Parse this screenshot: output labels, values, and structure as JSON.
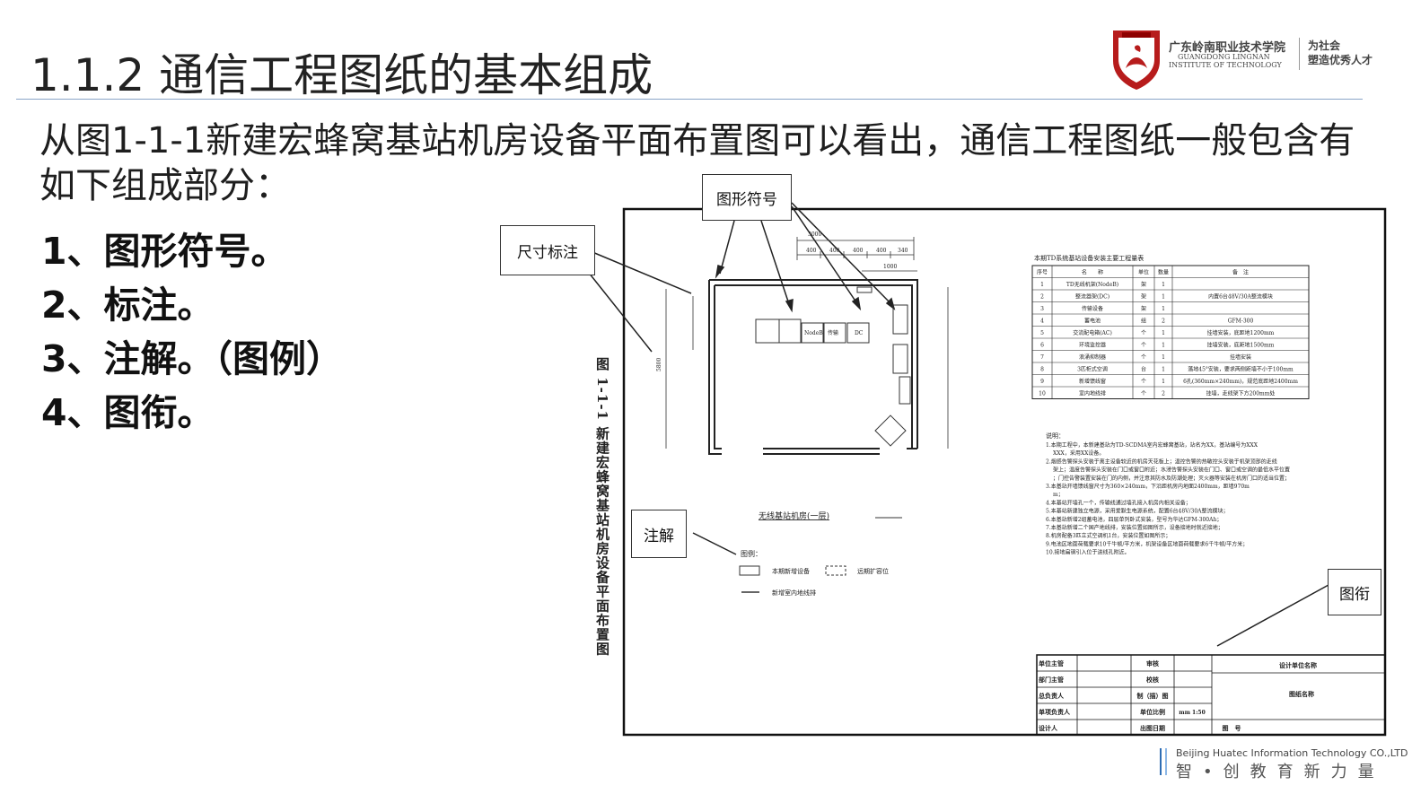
{
  "slide": {
    "title": "1.1.2 通信工程图纸的基本组成",
    "intro": "从图1-1-1新建宏蜂窝基站机房设备平面布置图可以看出，通信工程图纸一般包含有如下组成部分：",
    "items": [
      "1、图形符号。",
      "2、标注。",
      "3、注解。（图例）",
      "4、图衔。"
    ]
  },
  "logo": {
    "cn": "广东岭南职业技术学院",
    "en1": "GUANGDONG LINGNAN",
    "en2": "INSTITUTE OF TECHNOLOGY",
    "slogan1": "为社会",
    "slogan2": "塑造优秀人才"
  },
  "callouts": {
    "symbol": "图形符号",
    "dimension": "尺寸标注",
    "notes": "注解",
    "titleblock": "图衔"
  },
  "drawing": {
    "vertical_title": "图 1-1-1 新建宏蜂窝基站机房设备平面布置图",
    "room_caption": "无线基站机房(一层)",
    "legend_label": "图例：",
    "legend1": "本期新增设备",
    "legend2": "远期扩容位",
    "legend3": "新增室内地线排",
    "equip": [
      "NodeB",
      "传输",
      "DC"
    ],
    "table_title": "本期TD系统基站设备安装主要工程量表",
    "table_head": [
      "序号",
      "名　　称",
      "单位",
      "数量",
      "备　注"
    ],
    "table_rows": [
      [
        "1",
        "TD无线机架(NodeB)",
        "架",
        "1",
        ""
      ],
      [
        "2",
        "整流器架(DC)",
        "架",
        "1",
        "内置6台48V/30A整流模块"
      ],
      [
        "3",
        "传输设备",
        "架",
        "1",
        ""
      ],
      [
        "4",
        "蓄电池",
        "组",
        "2",
        "GFM-300"
      ],
      [
        "5",
        "交流配电箱(AC)",
        "个",
        "1",
        "挂墙安装，底距地1200mm"
      ],
      [
        "6",
        "环境监控器",
        "个",
        "1",
        "挂墙安装，底距地1500mm"
      ],
      [
        "7",
        "浪涌抑制器",
        "个",
        "1",
        "挂墙安装"
      ],
      [
        "8",
        "3匹柜式空调",
        "台",
        "1",
        "落地45°安装，要求两侧距墙不小于100mm"
      ],
      [
        "9",
        "新增馈线窗",
        "个",
        "1",
        "6孔(360mm×240mm)，规范底距地2400mm"
      ],
      [
        "10",
        "室内地线排",
        "个",
        "2",
        "挂墙，走线架下方200mm处"
      ]
    ],
    "notes_title": "说明：",
    "notes": [
      "1.本期工程中，本新建基站为TD-SCDMA室内宏蜂窝基站，站名为XX，基站编号为XXXXXX，采用XX设备。",
      "2.烟感告警探头安装于离主设备较近的机房天花板上；温控告警的热敏控头安装于机架顶部的走线架上；温度告警探头安装在门口或窗口附近；水浸告警探头安装在门口、窗口或空调的最低水平位置；门控告警装置安装在门的内侧，并注意其防水及防潮处理；灭火器等安装在机房门口的适当位置；",
      "3.本基站开墙馈线窗尺寸为360×240mm，下沿距机房内地面2400mm，距墙970mm；",
      "4.本基站开墙孔一个，传输线通过墙孔接入机房内相关设备；",
      "5.本基站新建独立电源，采用爱默生电源系统，配置6台48V/30A整流模块；",
      "6.本基站新增2组蓄电池，四层单列卧式安装，型号为华达GFM-300Ah；",
      "7.本基站新增二个国产地线排，安装位置如图所示，设备接地时就近接地；",
      "8.机房配备3匹立式空调机1台，安装位置如图所示；",
      "9.电池区地面荷载要求10千牛顿/平方米，机架设备区地面荷载要求6千牛顿/平方米；",
      "10.接地扁钢引入位于进线孔附近。"
    ],
    "tb_left": [
      "单位主管",
      "部门主管",
      "总负责人",
      "单项负责人",
      "设计人"
    ],
    "tb_mid": [
      "审核",
      "校核",
      "制（描）图",
      "单位比例",
      "出图日期"
    ],
    "tb_scale": "mm 1:50",
    "tb_right": [
      "设计单位名称",
      "图纸名称",
      "图　号"
    ],
    "dims": [
      "400",
      "400",
      "400",
      "400",
      "340",
      "1000",
      "3000",
      "5800"
    ]
  },
  "footer": {
    "en": "Beijing Huatec Information Technology CO.,LTD",
    "cn": "智•创教育新力量"
  },
  "colors": {
    "rule": "#8aa4c8",
    "shield": "#b71c1c",
    "footer_accent": "#2e6db4"
  }
}
